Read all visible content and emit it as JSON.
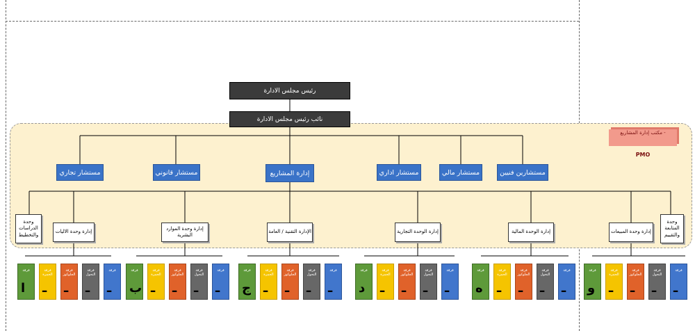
{
  "chairman": "رئيس مجلس الادارة",
  "vice_chairman": "نائب رئيس مجلس الادارة",
  "pmo": {
    "label": "- مكتب إدارة المشاريع",
    "sub": "PMO"
  },
  "advisors": [
    "مستشار تجاري",
    "مستشار قانوني",
    "إدارة المشاريع",
    "مستشار اداري",
    "مستشار مالي",
    "مستشارين فنيين"
  ],
  "units": [
    "وحدة الدراسات والتخطيط",
    "إدارة وحدة الاليات",
    "إدارة وحدة الموارد البشرية",
    "الإدارة التقنية / العامة",
    "إدارة الوحدة التجارية",
    "إدارة الوحدة المالية",
    "إدارة وحدة المبيعات",
    "وحدة المتابعة والتقييم"
  ],
  "team_labels": {
    "green": "فرقة",
    "yellow": "فرقة الحمرة",
    "orange": "فرقة الجلوكوز",
    "gray": "فرقة التحول",
    "blue": "فرقة"
  },
  "groups": [
    {
      "marks": [
        "ا",
        "ـ",
        "ـ",
        "ـ",
        "ـ"
      ]
    },
    {
      "marks": [
        "ب",
        "ـ",
        "ـ",
        "ـ",
        "ـ"
      ]
    },
    {
      "marks": [
        "ج",
        "ـ",
        "ـ",
        "ـ",
        "ـ"
      ]
    },
    {
      "marks": [
        "د",
        "ـ",
        "ـ",
        "ـ",
        "ـ"
      ]
    },
    {
      "marks": [
        "ه",
        "ـ",
        "ـ",
        "ـ",
        "ـ"
      ]
    },
    {
      "marks": [
        "و",
        "ـ",
        "ـ",
        "ـ",
        "ـ"
      ]
    }
  ],
  "colors": {
    "dark_box": "#3b3b3b",
    "blue_box": "#3a73c8",
    "panel": "#fdf1cf",
    "pmo": "#f29a8c",
    "green": "#5e9a3a",
    "yellow": "#f5c400",
    "orange": "#e0622a",
    "gray": "#676767",
    "blue": "#4176cc"
  }
}
